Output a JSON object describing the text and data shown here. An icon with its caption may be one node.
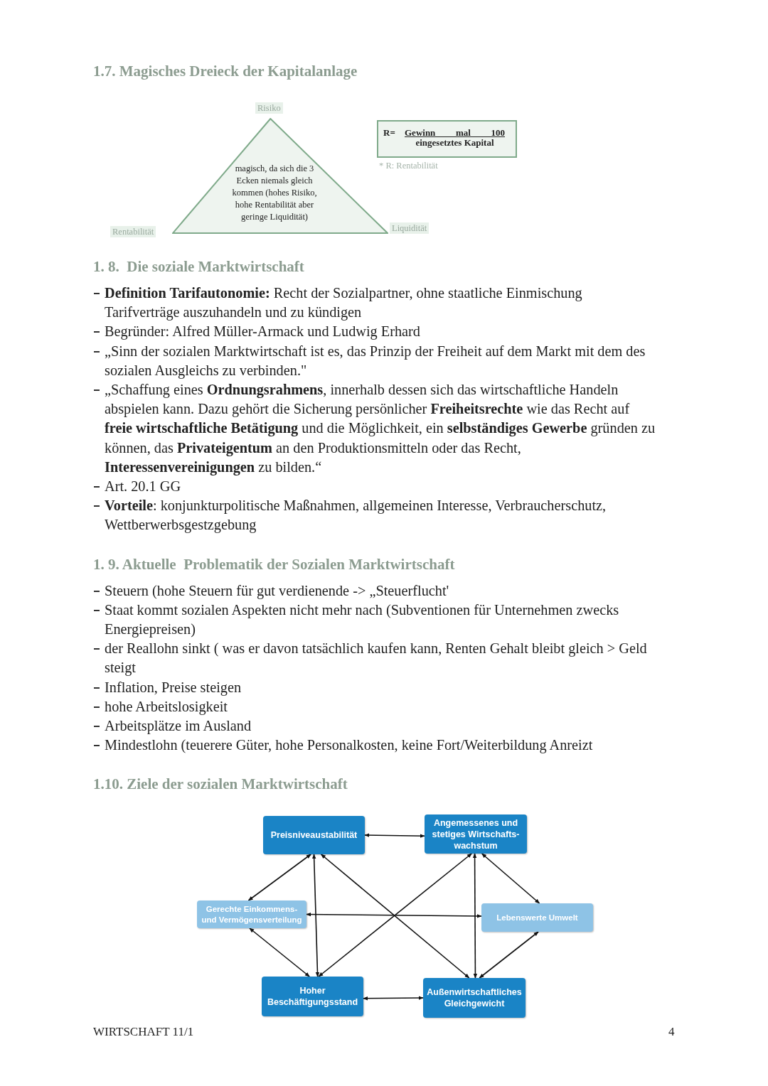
{
  "diagram": {
    "nodes": [
      {
        "text": [
          "magisch, da sich die 3 Ecken niemals gleich kommen (hohes Risiko, hohe Rentabilität aber geringe Liquidität)"
        ],
        "beside": [
          "Risiko",
          "Rentabilität",
          "Liquidität"
        ]
      },
      {
        "text": [
          "R=",
          "Gewinn mal 100",
          "eingesetztes Kapital"
        ],
        "beside": [
          "* R: Rentabilität"
        ]
      },
      {
        "text": [
          "Preisniveaustabilität"
        ]
      },
      {
        "text": [
          "Angemessenes und stetiges Wirtschafts- wachstum"
        ]
      },
      {
        "text": [
          "Gerechte Einkommens- und Vermögensverteilung"
        ]
      },
      {
        "text": [
          "Lebenswerte Umwelt"
        ]
      },
      {
        "text": [
          "Hoher Beschäftigungsstand"
        ]
      },
      {
        "text": [
          "Außenwirtschaftliches Gleichgewicht"
        ]
      }
    ],
    "edges": [
      {
        "from": 2,
        "to": 3,
        "arrow": "both"
      },
      {
        "from": 2,
        "to": 4,
        "arrow": "both"
      },
      {
        "from": 2,
        "to": 6,
        "arrow": "both"
      },
      {
        "from": 2,
        "to": 7,
        "arrow": "both"
      },
      {
        "from": 3,
        "to": 6,
        "arrow": "both"
      },
      {
        "from": 3,
        "to": 7,
        "arrow": "both"
      },
      {
        "from": 3,
        "to": 5,
        "arrow": "both"
      },
      {
        "from": 4,
        "to": 5,
        "arrow": "both"
      },
      {
        "from": 4,
        "to": 6,
        "arrow": "both"
      },
      {
        "from": 5,
        "to": 7,
        "arrow": "both"
      },
      {
        "from": 6,
        "to": 7,
        "arrow": "both"
      }
    ],
    "labels": [
      "1.7. Magisches Dreieck der Kapitalanlage",
      "1. 8.  Die soziale Marktwirtschaft",
      "**Definition Tarifautonomie:** Recht der Sozialpartner, ohne staatliche Einmischung Tarifverträge auszuhandeln und zu kündigen",
      "Begründer: Alfred Müller-Armack und Ludwig Erhard",
      "„Sinn der sozialen Marktwirtschaft ist es, das Prinzip der Freiheit auf dem Markt mit dem des sozialen Ausgleichs zu verbinden.\"",
      "„Schaffung eines **Ordnungsrahmens**, innerhalb dessen sich das wirtschaftliche Handeln abspielen kann. Dazu gehört die Sicherung persönlicher **Freiheitsrechte** wie das Recht auf **freie wirtschaftliche Betätigung** und die Möglichkeit, ein **selbständiges Gewerbe** gründen zu können, das **Privateigentum** an den Produktionsmitteln oder das Recht, **Interessenvereinigungen** zu bilden.“",
      "Art. 20.1 GG",
      "**Vorteile**: konjunkturpolitische Maßnahmen, allgemeinen Interesse, Verbraucherschutz, Wettberwerbsgestzgebung",
      "1. 9. Aktuelle  Problematik der Sozialen Marktwirtschaft",
      "Steuern (hohe Steuern für gut verdienende -> „Steuerflucht'",
      "Staat kommt sozialen Aspekten nicht mehr nach (Subventionen für Unternehmen zwecks Energiepreisen)",
      "der Reallohn sinkt ( was er davon tatsächlich kaufen kann, Renten Gehalt bleibt gleich > Geld steigt",
      "Inflation, Preise steigen",
      "hohe Arbeitslosigkeit",
      "Arbeitsplätze im Ausland",
      "Mindestlohn (teuerere Güter, hohe Personalkosten, keine Fort/Weiterbildung Anreizt",
      "1.10. Ziele der sozialen Marktwirtschaft",
      "WIRTSCHAFT 11/1",
      "4"
    ]
  }
}
